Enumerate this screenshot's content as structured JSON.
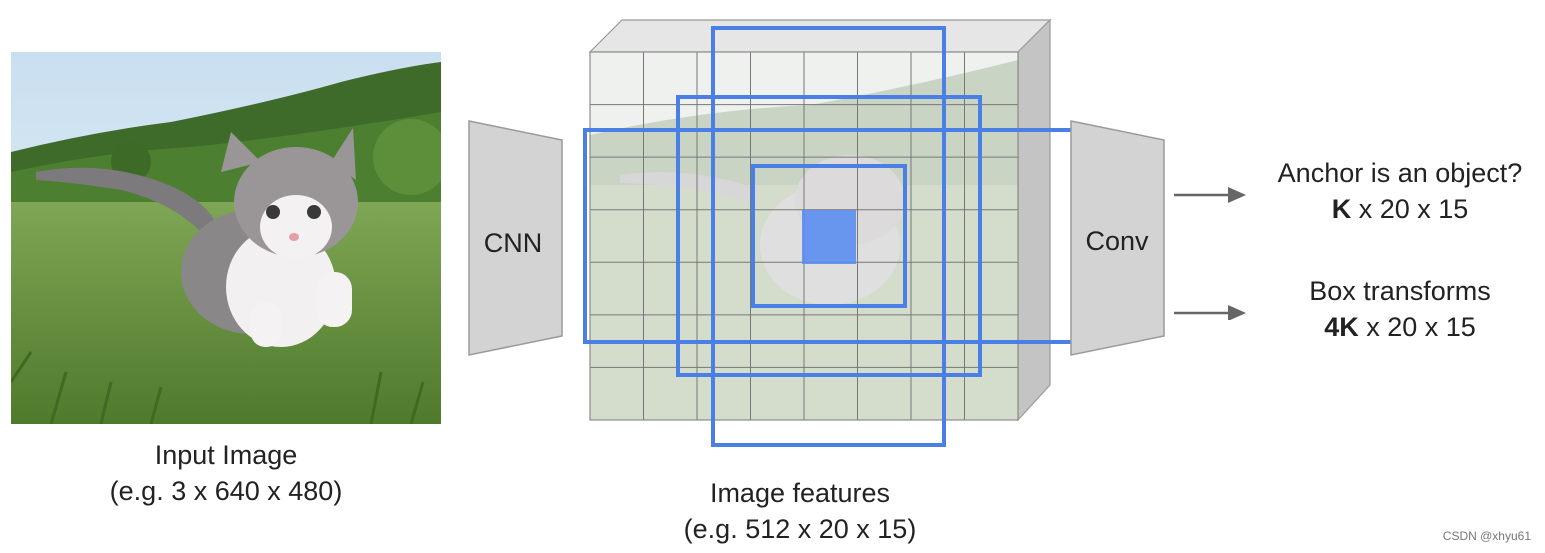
{
  "input_image": {
    "caption_line1": "Input Image",
    "caption_line2": "(e.g. 3 x 640 x 480)"
  },
  "cnn": {
    "label": "CNN"
  },
  "features": {
    "caption_line1": "Image features",
    "caption_line2": "(e.g. 512 x 20 x 15)",
    "grid": {
      "cols": 8,
      "rows": 7
    }
  },
  "conv": {
    "label": "Conv"
  },
  "outputs": {
    "objectness": {
      "title": "Anchor is an object?",
      "bold": "K",
      "rest": " x 20 x 15"
    },
    "boxes": {
      "title": "Box transforms",
      "bold": "4K",
      "rest": " x 20 x 15"
    }
  },
  "colors": {
    "anchor_box": "#4a7fe6",
    "anchor_center": "#5b8df0",
    "trapezoid_fill": "#d3d3d3",
    "trapezoid_stroke": "#9a9a9a",
    "grid_line": "#777777",
    "arrow": "#666666"
  },
  "watermark": "CSDN @xhyu61"
}
